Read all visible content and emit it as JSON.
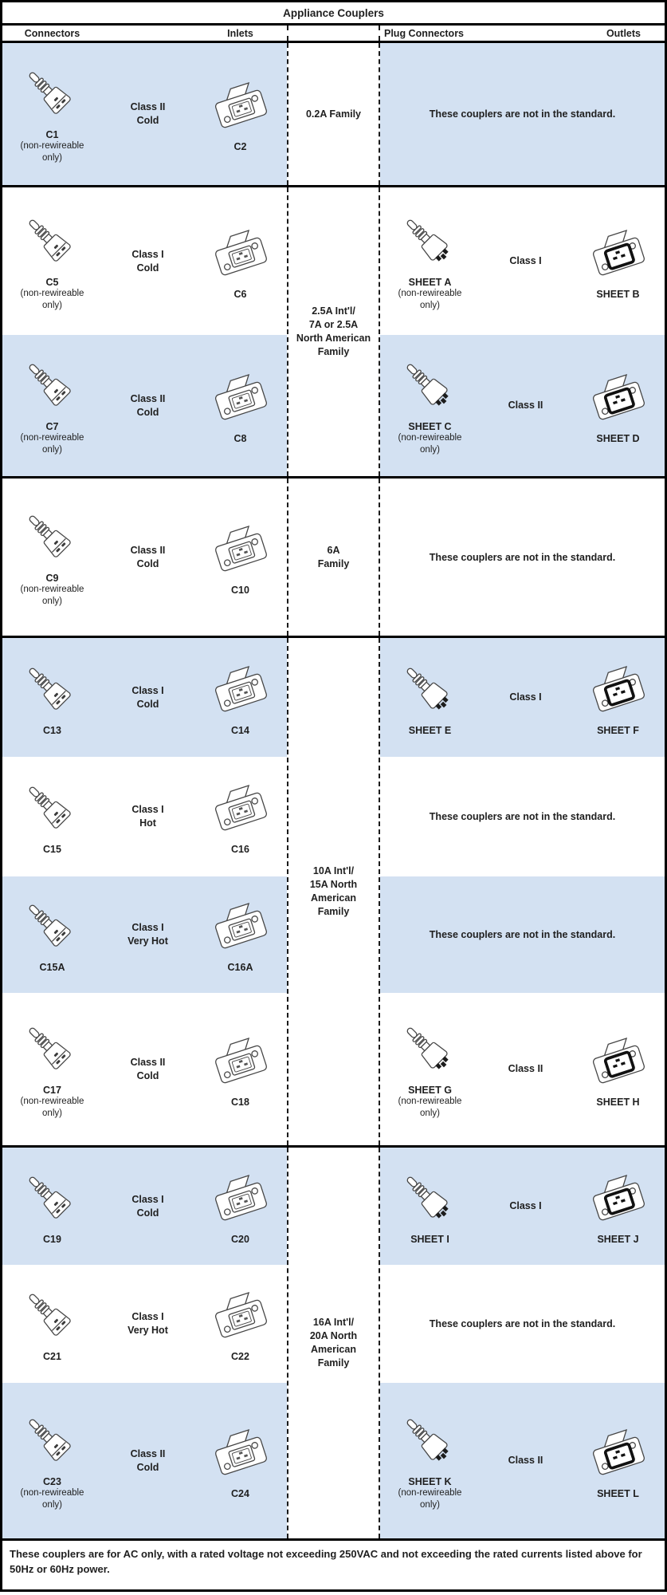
{
  "title": "Appliance Couplers",
  "headers": {
    "connectors": "Connectors",
    "inlets": "Inlets",
    "plug_connectors": "Plug Connectors",
    "outlets": "Outlets"
  },
  "colors": {
    "row_blue": "#d3e1f2",
    "row_white": "#ffffff",
    "line_black": "#000000"
  },
  "icons": {
    "connector": "molded-connector-plug-icon",
    "inlet": "panel-inlet-icon",
    "plug": "plug-connector-icon",
    "outlet": "panel-outlet-icon"
  },
  "blocks": [
    {
      "family_lines": [
        "0.2A Family"
      ],
      "rows": [
        {
          "shade": "blue",
          "connector": {
            "label": "C1",
            "note": "(non-rewireable only)"
          },
          "class_lines": [
            "Class II",
            "Cold"
          ],
          "inlet": {
            "label": "C2"
          },
          "right": {
            "type": "message",
            "message": "These couplers are not in the standard."
          }
        }
      ]
    },
    {
      "family_lines": [
        "2.5A Int'l/",
        "7A or 2.5A",
        "North American",
        "Family"
      ],
      "rows": [
        {
          "shade": "white",
          "connector": {
            "label": "C5",
            "note": "(non-rewireable only)"
          },
          "class_lines": [
            "Class I",
            "Cold"
          ],
          "inlet": {
            "label": "C6"
          },
          "right": {
            "type": "sheets",
            "plug": {
              "label": "SHEET A",
              "note": "(non-rewireable only)"
            },
            "class_lines": [
              "Class I"
            ],
            "outlet": {
              "label": "SHEET B"
            }
          }
        },
        {
          "shade": "blue",
          "connector": {
            "label": "C7",
            "note": "(non-rewireable only)"
          },
          "class_lines": [
            "Class II",
            "Cold"
          ],
          "inlet": {
            "label": "C8"
          },
          "right": {
            "type": "sheets",
            "plug": {
              "label": "SHEET C",
              "note": "(non-rewireable only)"
            },
            "class_lines": [
              "Class II"
            ],
            "outlet": {
              "label": "SHEET D"
            }
          }
        }
      ]
    },
    {
      "family_lines": [
        "6A",
        "Family"
      ],
      "rows": [
        {
          "shade": "white",
          "connector": {
            "label": "C9",
            "note": "(non-rewireable only)"
          },
          "class_lines": [
            "Class II",
            "Cold"
          ],
          "inlet": {
            "label": "C10"
          },
          "right": {
            "type": "message",
            "message": "These couplers are not in the standard."
          }
        }
      ]
    },
    {
      "family_lines": [
        "10A Int'l/",
        "15A North",
        "American",
        "Family"
      ],
      "rows": [
        {
          "shade": "blue",
          "connector": {
            "label": "C13"
          },
          "class_lines": [
            "Class I",
            "Cold"
          ],
          "inlet": {
            "label": "C14"
          },
          "right": {
            "type": "sheets",
            "plug": {
              "label": "SHEET E"
            },
            "class_lines": [
              "Class I"
            ],
            "outlet": {
              "label": "SHEET F"
            }
          }
        },
        {
          "shade": "white",
          "connector": {
            "label": "C15"
          },
          "class_lines": [
            "Class I",
            "Hot"
          ],
          "inlet": {
            "label": "C16"
          },
          "right": {
            "type": "message",
            "message": "These couplers are not in the standard."
          }
        },
        {
          "shade": "blue",
          "connector": {
            "label": "C15A"
          },
          "class_lines": [
            "Class I",
            "Very Hot"
          ],
          "inlet": {
            "label": "C16A"
          },
          "right": {
            "type": "message",
            "message": "These couplers are not in the standard."
          }
        },
        {
          "shade": "white",
          "connector": {
            "label": "C17",
            "note": "(non-rewireable only)"
          },
          "class_lines": [
            "Class II",
            "Cold"
          ],
          "inlet": {
            "label": "C18"
          },
          "right": {
            "type": "sheets",
            "plug": {
              "label": "SHEET G",
              "note": "(non-rewireable only)"
            },
            "class_lines": [
              "Class II"
            ],
            "outlet": {
              "label": "SHEET H"
            }
          }
        }
      ]
    },
    {
      "family_lines": [
        "16A Int'l/",
        "20A North",
        "American",
        "Family"
      ],
      "rows": [
        {
          "shade": "blue",
          "connector": {
            "label": "C19"
          },
          "class_lines": [
            "Class I",
            "Cold"
          ],
          "inlet": {
            "label": "C20"
          },
          "right": {
            "type": "sheets",
            "plug": {
              "label": "SHEET I"
            },
            "class_lines": [
              "Class I"
            ],
            "outlet": {
              "label": "SHEET J"
            }
          }
        },
        {
          "shade": "white",
          "connector": {
            "label": "C21"
          },
          "class_lines": [
            "Class I",
            "Very Hot"
          ],
          "inlet": {
            "label": "C22"
          },
          "right": {
            "type": "message",
            "message": "These couplers are not in the standard."
          }
        },
        {
          "shade": "blue",
          "connector": {
            "label": "C23",
            "note": "(non-rewireable only)"
          },
          "class_lines": [
            "Class II",
            "Cold"
          ],
          "inlet": {
            "label": "C24"
          },
          "right": {
            "type": "sheets",
            "plug": {
              "label": "SHEET K",
              "note": "(non-rewireable only)"
            },
            "class_lines": [
              "Class II"
            ],
            "outlet": {
              "label": "SHEET L"
            }
          }
        }
      ]
    }
  ],
  "footer": "These couplers are for AC only, with a rated voltage not exceeding 250VAC and not exceeding the rated currents listed above for 50Hz or 60Hz power."
}
